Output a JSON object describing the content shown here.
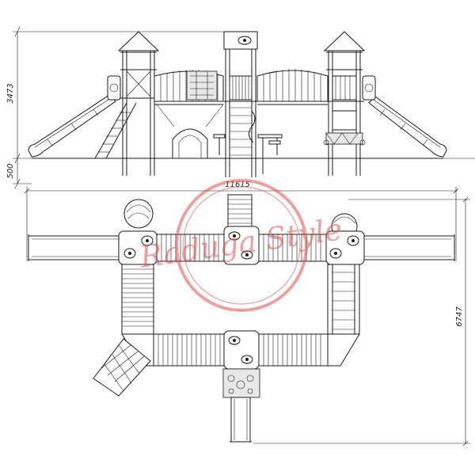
{
  "dimensions": {
    "height_total": "3473",
    "height_base": "500",
    "width_total": "11615",
    "depth_total": "6747"
  },
  "watermark": {
    "text": "Raduga Style",
    "color": "#d9534f"
  },
  "colors": {
    "line": "#1a1a1a",
    "background": "#ffffff"
  }
}
